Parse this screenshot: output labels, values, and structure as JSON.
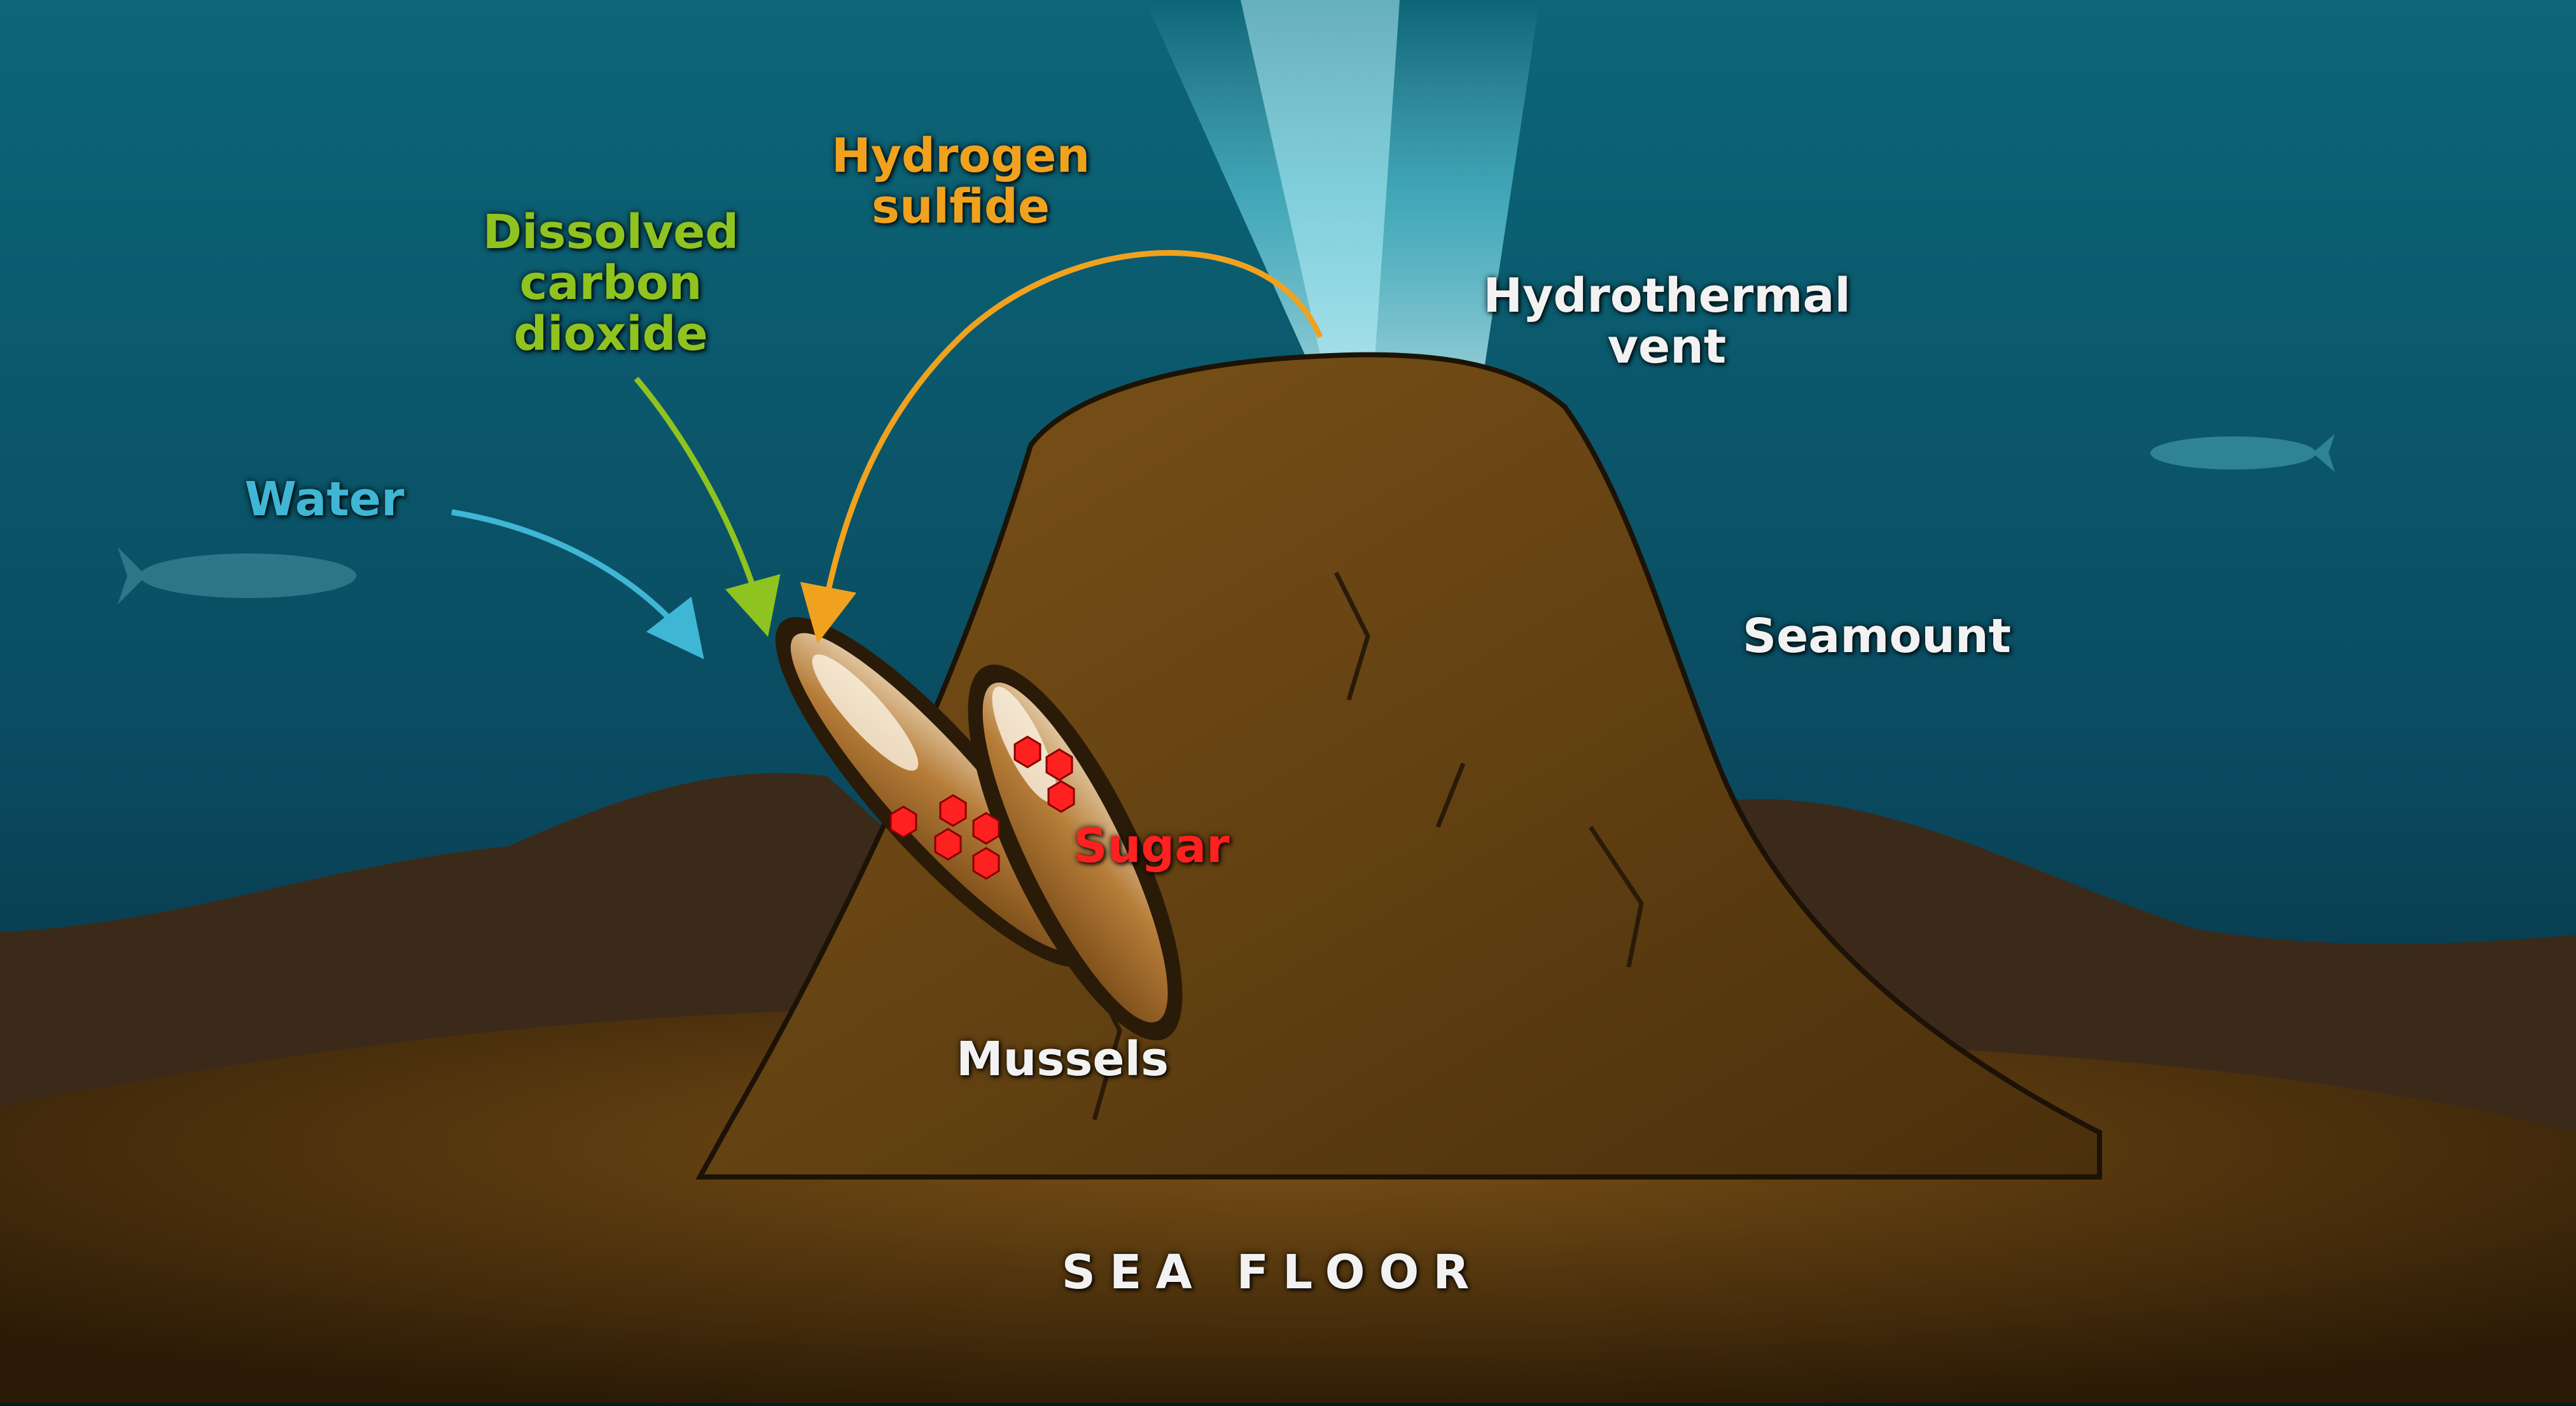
{
  "colors": {
    "water_label": "#3fb6d4",
    "co2_label": "#8fc31f",
    "h2s_label": "#f0a21e",
    "white_label": "#f2f2f2",
    "sugar": "#ff2020",
    "ocean_top": "#0b5b6e",
    "ocean_bottom": "#062634",
    "seamount": "#6b4514",
    "sea_floor": "#5a3a10"
  },
  "labels": {
    "hydrogen_sulfide": "Hydrogen\nsulfide",
    "dissolved_co2": "Dissolved\ncarbon\ndioxide",
    "water": "Water",
    "hydrothermal_vent": "Hydrothermal\nvent",
    "seamount": "Seamount",
    "sugar": "Sugar",
    "mussels": "Mussels",
    "sea_floor": "SEA FLOOR"
  },
  "icons": [
    "fish-icon",
    "mussel-icon",
    "sugar-molecule-icon",
    "vent-plume-icon"
  ]
}
